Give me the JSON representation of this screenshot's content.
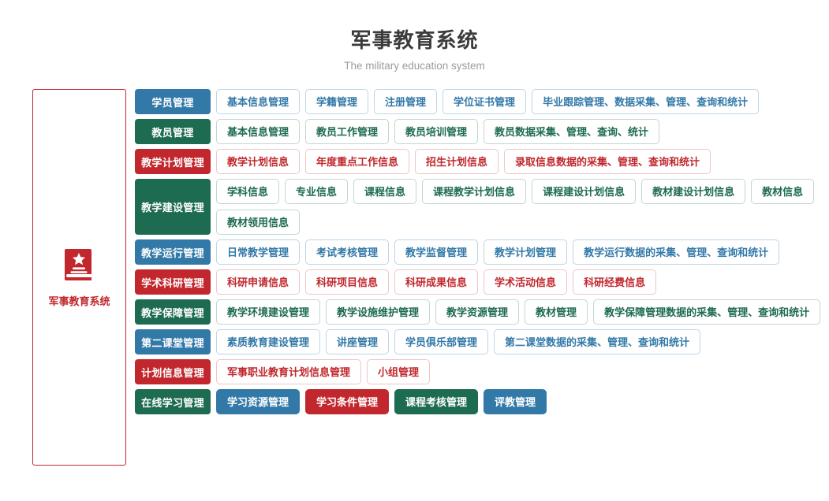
{
  "header": {
    "title": "军事教育系统",
    "subtitle": "The military education system"
  },
  "sidebar": {
    "icon": "book-star-icon",
    "label": "军事教育系统",
    "accent_color": "#c1272d"
  },
  "colors": {
    "blue": "#3279a8",
    "green": "#1d6b50",
    "red": "#c1272d",
    "blue_border": "#bcd6e6",
    "green_border": "#c2d7ce",
    "red_border": "#eec6c8",
    "title_text": "#3b3b3b",
    "subtitle_text": "#9b9b9b"
  },
  "rows": [
    {
      "label": "学员管理",
      "theme": "blue",
      "items": [
        "基本信息管理",
        "学籍管理",
        "注册管理",
        "学位证书管理",
        "毕业跟踪管理、数据采集、管理、查询和统计"
      ]
    },
    {
      "label": "教员管理",
      "theme": "green",
      "items": [
        "基本信息管理",
        "教员工作管理",
        "教员培训管理",
        "教员数据采集、管理、查询、统计"
      ]
    },
    {
      "label": "教学计划管理",
      "theme": "red",
      "items": [
        "教学计划信息",
        "年度重点工作信息",
        "招生计划信息",
        "录取信息数据的采集、管理、查询和统计"
      ]
    },
    {
      "label": "教学建设管理",
      "theme": "green",
      "items": [
        "学科信息",
        "专业信息",
        "课程信息",
        "课程教学计划信息",
        "课程建设计划信息",
        "教材建设计划信息",
        "教材信息",
        "教材领用信息"
      ]
    },
    {
      "label": "教学运行管理",
      "theme": "blue",
      "items": [
        "日常教学管理",
        "考试考核管理",
        "教学监督管理",
        "教学计划管理",
        "教学运行数据的采集、管理、查询和统计"
      ]
    },
    {
      "label": "学术科研管理",
      "theme": "red",
      "items": [
        "科研申请信息",
        "科研项目信息",
        "科研成果信息",
        "学术活动信息",
        "科研经费信息"
      ]
    },
    {
      "label": "教学保障管理",
      "theme": "green",
      "items": [
        "教学环境建设管理",
        "教学设施维护管理",
        "教学资源管理",
        "教材管理",
        "教学保障管理数据的采集、管理、查询和统计"
      ]
    },
    {
      "label": "第二课堂管理",
      "theme": "blue",
      "items": [
        "素质教育建设管理",
        "讲座管理",
        "学员俱乐部管理",
        "第二课堂数据的采集、管理、查询和统计"
      ]
    },
    {
      "label": "计划信息管理",
      "theme": "red",
      "items": [
        "军事职业教育计划信息管理",
        "小组管理"
      ]
    },
    {
      "label": "在线学习管理",
      "theme": "green",
      "solid_items": true,
      "items": [
        {
          "text": "学习资源管理",
          "color": "blue"
        },
        {
          "text": "学习条件管理",
          "color": "red"
        },
        {
          "text": "课程考核管理",
          "color": "green"
        },
        {
          "text": "评教管理",
          "color": "blue"
        }
      ]
    }
  ]
}
